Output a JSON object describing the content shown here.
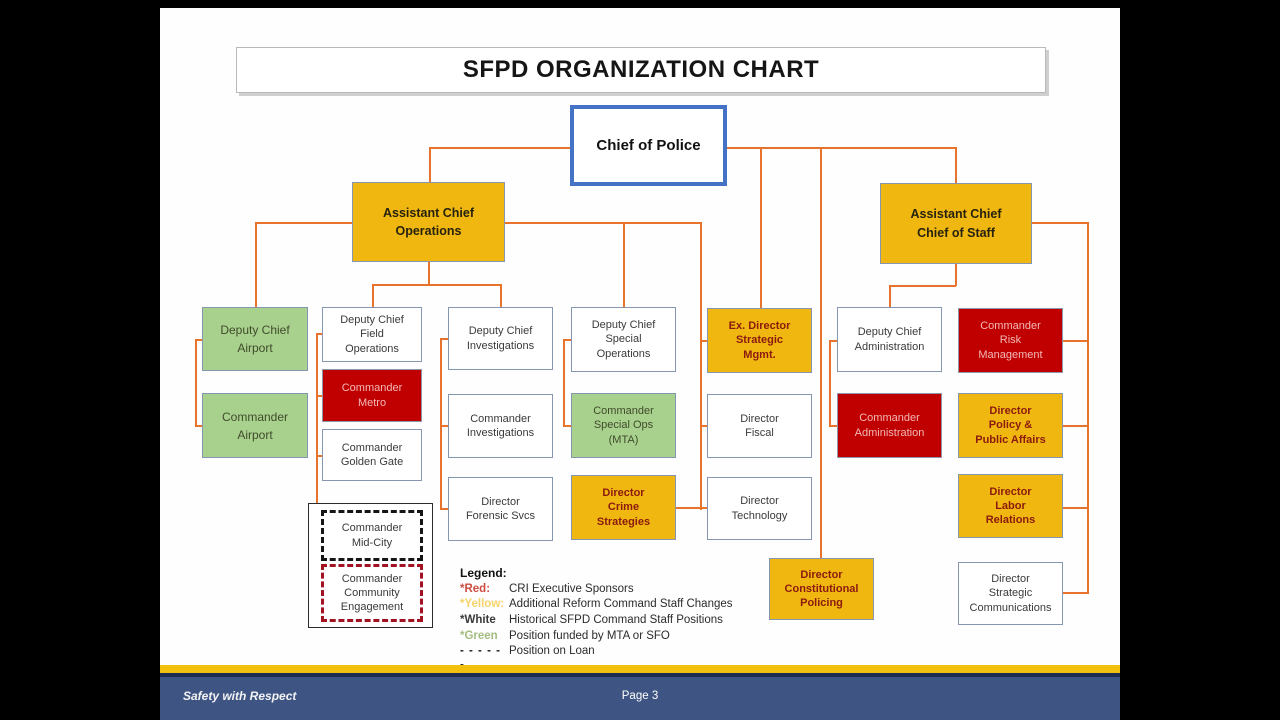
{
  "title": "SFPD ORGANIZATION CHART",
  "nodes": {
    "chief": {
      "label": "Chief of Police"
    },
    "aco": {
      "label": "Assistant Chief\nOperations"
    },
    "acos": {
      "label": "Assistant Chief\nChief of Staff"
    },
    "dc_airport": {
      "label": "Deputy Chief\nAirport"
    },
    "cmdr_airport": {
      "label": "Commander\nAirport"
    },
    "dc_field_ops": {
      "label": "Deputy Chief\nField\nOperations"
    },
    "cmdr_metro": {
      "label": "Commander\nMetro"
    },
    "cmdr_golden_gate": {
      "label": "Commander\nGolden Gate"
    },
    "cmdr_mid_city": {
      "label": "Commander\nMid-City"
    },
    "cmdr_community": {
      "label": "Commander\nCommunity\nEngagement"
    },
    "dc_investigations": {
      "label": "Deputy Chief\nInvestigations"
    },
    "cmdr_investigations": {
      "label": "Commander\nInvestigations"
    },
    "dir_forensic": {
      "label": "Director\nForensic Svcs"
    },
    "dc_special_ops": {
      "label": "Deputy Chief\nSpecial\nOperations"
    },
    "cmdr_special_ops": {
      "label": "Commander\nSpecial Ops\n(MTA)"
    },
    "dir_crime": {
      "label": "Director\nCrime\nStrategies"
    },
    "ex_dir_strategic": {
      "label": "Ex. Director\nStrategic\nMgmt."
    },
    "dir_fiscal": {
      "label": "Director\nFiscal"
    },
    "dir_technology": {
      "label": "Director\nTechnology"
    },
    "dir_constitutional": {
      "label": "Director\nConstitutional\nPolicing"
    },
    "dc_admin": {
      "label": "Deputy Chief\nAdministration"
    },
    "cmdr_admin": {
      "label": "Commander\nAdministration"
    },
    "cmdr_risk": {
      "label": "Commander\nRisk\nManagement"
    },
    "dir_policy": {
      "label": "Director\nPolicy &\nPublic Affairs"
    },
    "dir_labor": {
      "label": "Director\nLabor\nRelations"
    },
    "dir_strategic_comms": {
      "label": "Director\nStrategic\nCommunications"
    }
  },
  "legend": {
    "heading": "Legend:",
    "items": [
      {
        "key": "*Red:",
        "desc": "CRI Executive Sponsors",
        "color": "#CE4B41"
      },
      {
        "key": "*Yellow:",
        "desc": "Additional Reform Command Staff Changes",
        "color": "#F6D368"
      },
      {
        "key": "*White",
        "desc": "Historical SFPD Command Staff Positions",
        "color": "#3a3a3a"
      },
      {
        "key": "*Green",
        "desc": "Position funded by MTA or SFO",
        "color": "#A3BD81"
      },
      {
        "key": "- - - - - -",
        "desc": "Position on Loan",
        "color": "#1a1a1a"
      }
    ]
  },
  "footer": {
    "tagline": "Safety with Respect",
    "page": "Page 3"
  },
  "colors": {
    "box_yellow": "#EFB70F",
    "box_green": "#A9D18E",
    "box_red": "#C00000",
    "chief_border": "#4472C4",
    "box_border": "#8496B0",
    "connector": "#E8732D",
    "footer_yellow": "#F2C00E",
    "footer_navy": "#3E5584"
  }
}
